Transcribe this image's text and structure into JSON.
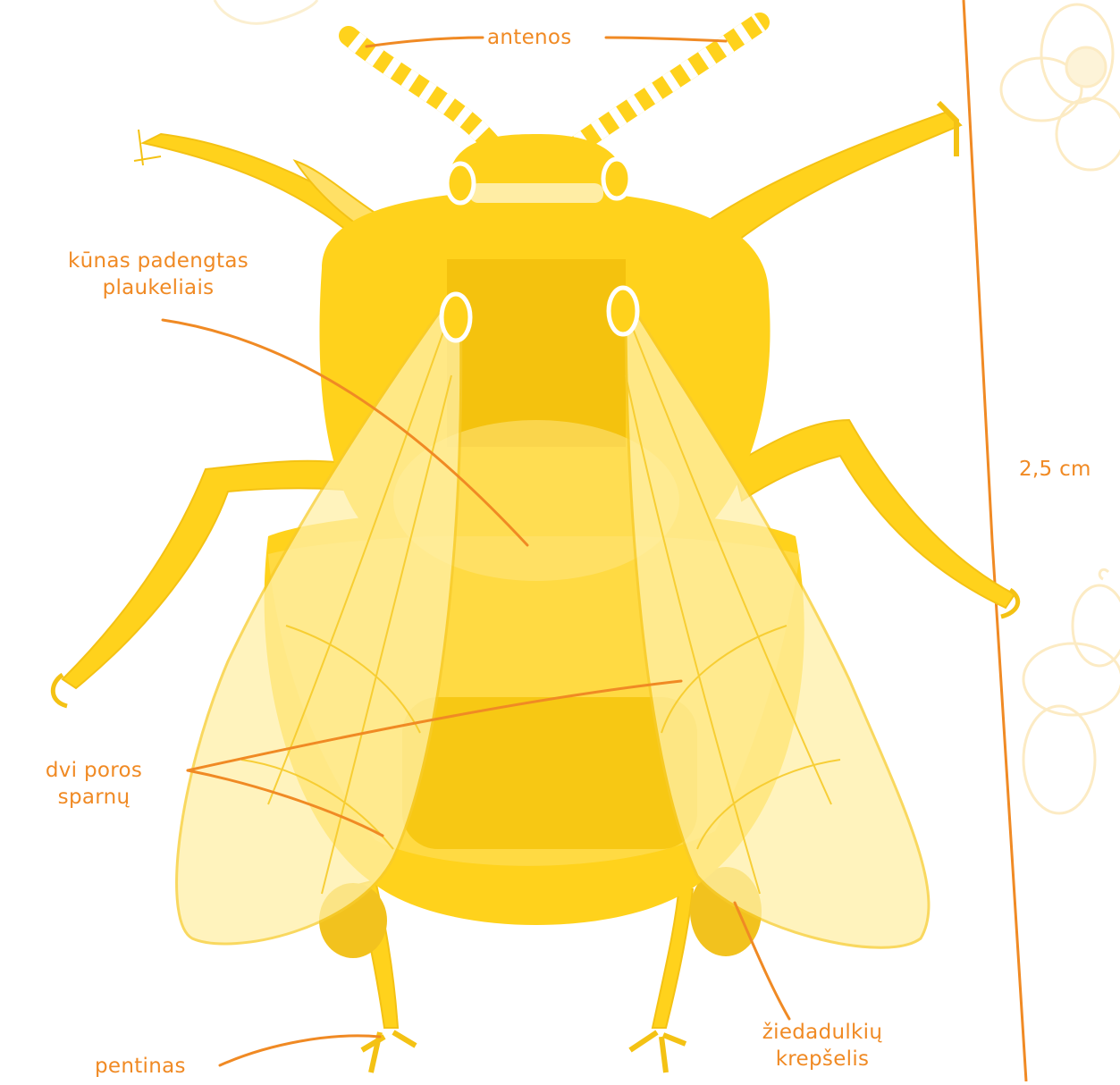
{
  "labels": {
    "antennae": "antenos",
    "hairy_body": [
      "kūnas padengtas",
      "plaukeliais"
    ],
    "two_pairs_wings": [
      "dvi poros",
      "sparnų"
    ],
    "spur": "pentinas",
    "pollen_basket": [
      "žiedadulkių",
      "krepšelis"
    ],
    "size": "2,5 cm"
  },
  "colors": {
    "body": "#FFD21C",
    "body_dark": "#F2C010",
    "hair": "#FFE680",
    "wing": "#FFF2B0",
    "wing_vein": "#F7CB2A",
    "label": "#F08A24",
    "background_flower": "#FDF1D2"
  }
}
